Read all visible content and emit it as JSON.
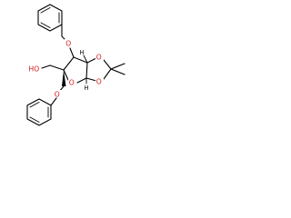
{
  "molecule": {
    "atoms": {
      "o_benzyloxy_top": "O",
      "o_ring": "O",
      "o_dioxolane_upper": "O",
      "o_dioxolane_lower": "O",
      "o_benzyloxy_bottom": "O",
      "hydroxyl": "HO",
      "h_upper": "H",
      "h_lower": "H"
    },
    "colors": {
      "bond": "#000000",
      "heteroatom": "#d11616"
    }
  }
}
